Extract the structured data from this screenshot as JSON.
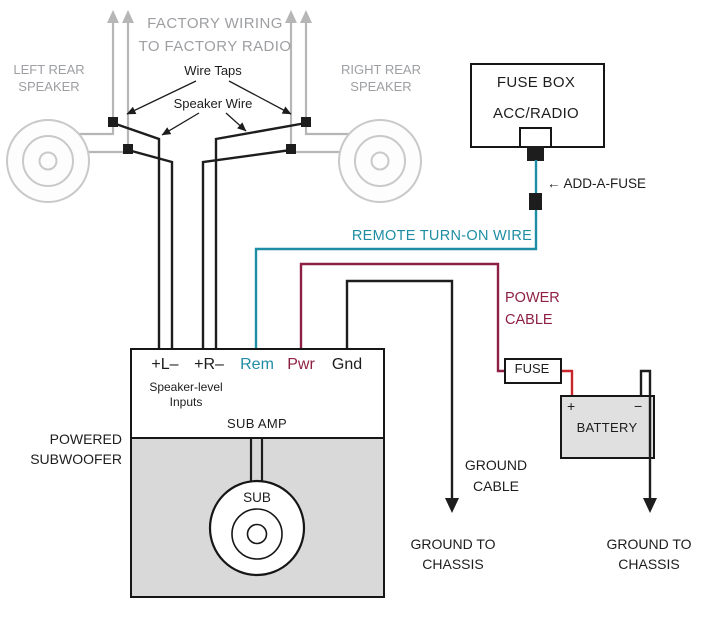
{
  "colors": {
    "c-remote": "#1f8da4",
    "c-power": "#8e2043",
    "c-batt-wire": "#c9252c",
    "c-gray-wire": "#b6b6b6",
    "c-gray-text": "#9d9fa2",
    "c-black": "#1d1d1d",
    "c-enclosure": "#d9d9d9",
    "c-battery-fill": "#e0e0e0"
  },
  "labels": {
    "factory_wiring": [
      "FACTORY WIRING",
      "TO FACTORY RADIO"
    ],
    "left_rear_speaker": [
      "LEFT REAR",
      "SPEAKER"
    ],
    "right_rear_speaker": [
      "RIGHT REAR",
      "SPEAKER"
    ],
    "wire_taps": "Wire Taps",
    "speaker_wire": "Speaker Wire",
    "fuse_box": "FUSE BOX",
    "acc_radio": "ACC/RADIO",
    "add_a_fuse": "← ADD-A-FUSE",
    "remote_turn_on_wire": "REMOTE TURN-ON WIRE",
    "power_cable": [
      "POWER",
      "CABLE"
    ],
    "fuse": "FUSE",
    "battery": "BATTERY",
    "battery_plus": "+",
    "battery_minus": "−",
    "ground_cable": [
      "GROUND",
      "CABLE"
    ],
    "ground_to_chassis_amp": [
      "GROUND TO",
      "CHASSIS"
    ],
    "ground_to_chassis_battery": [
      "GROUND TO",
      "CHASSIS"
    ],
    "amp_terminals": {
      "left": "+L–",
      "right": "+R–",
      "rem": "Rem",
      "pwr": "Pwr",
      "gnd": "Gnd"
    },
    "speaker_level_inputs": [
      "Speaker-level",
      "Inputs"
    ],
    "sub_amp": "SUB AMP",
    "powered_subwoofer": [
      "POWERED",
      "SUBWOOFER"
    ],
    "sub": "SUB"
  }
}
